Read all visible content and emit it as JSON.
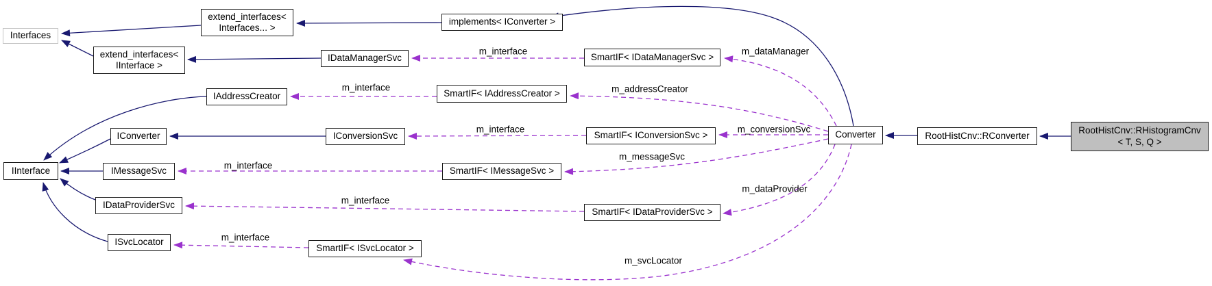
{
  "colors": {
    "background": "#ffffff",
    "inheritance_edge": "#191970",
    "usage_edge": "#9a32cd",
    "node_fill": "#ffffff",
    "node_border": "#1c1c1c",
    "external_node_border": "#c4c4c4",
    "current_node_fill": "#bfbfbf",
    "text": "#000000"
  },
  "nodes": {
    "interfaces": {
      "label": "Interfaces"
    },
    "extend_interfaces_variadic": {
      "label": "extend_interfaces<\nInterfaces... >"
    },
    "extend_interfaces_iinterface": {
      "label": "extend_interfaces<\nIInterface >"
    },
    "implements_iconverter": {
      "label": "implements< IConverter >"
    },
    "idatamanagersvc": {
      "label": "IDataManagerSvc"
    },
    "smartif_idatamanagersvc": {
      "label": "SmartIF< IDataManagerSvc >"
    },
    "iaddresscreator": {
      "label": "IAddressCreator"
    },
    "smartif_iaddresscreator": {
      "label": "SmartIF< IAddressCreator >"
    },
    "iinterface": {
      "label": "IInterface"
    },
    "iconverter": {
      "label": "IConverter"
    },
    "iconversionsvc": {
      "label": "IConversionSvc"
    },
    "smartif_iconversionsvc": {
      "label": "SmartIF< IConversionSvc >"
    },
    "imessagesvc": {
      "label": "IMessageSvc"
    },
    "smartif_imessagesvc": {
      "label": "SmartIF< IMessageSvc >"
    },
    "idataprovidersvc": {
      "label": "IDataProviderSvc"
    },
    "smartif_idataprovidersvc": {
      "label": "SmartIF< IDataProviderSvc >"
    },
    "isvclocator": {
      "label": "ISvcLocator"
    },
    "smartif_isvclocator": {
      "label": "SmartIF< ISvcLocator >"
    },
    "converter": {
      "label": "Converter"
    },
    "roothistcnv_rconverter": {
      "label": "RootHistCnv::RConverter"
    },
    "roothistcnv_rhistogramcnv": {
      "label": "RootHistCnv::RHistogramCnv\n< T, S, Q >"
    }
  },
  "edge_labels": {
    "m_interface": "m_interface",
    "m_dataManager": "m_dataManager",
    "m_addressCreator": "m_addressCreator",
    "m_conversionSvc": "m_conversionSvc",
    "m_messageSvc": "m_messageSvc",
    "m_dataProvider": "m_dataProvider",
    "m_svcLocator": "m_svcLocator"
  }
}
